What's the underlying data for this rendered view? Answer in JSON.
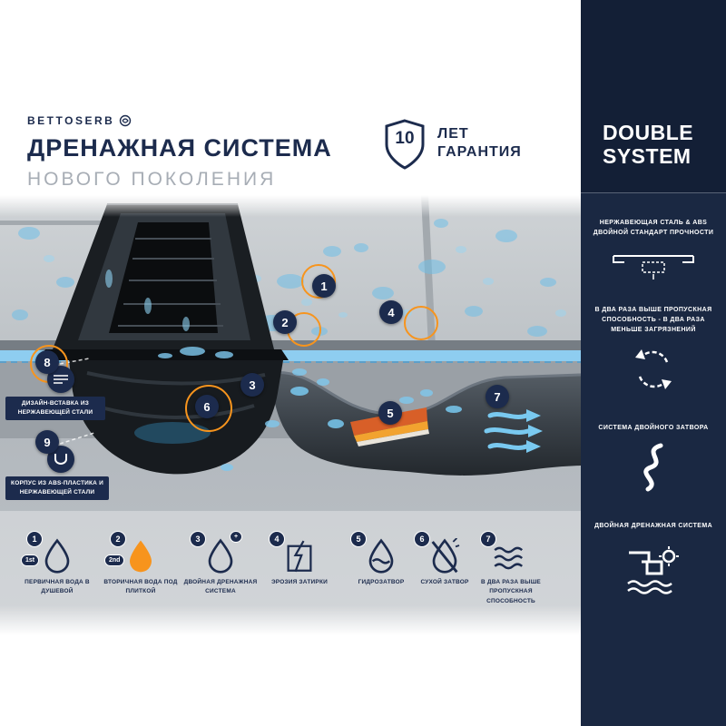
{
  "brand": {
    "name": "BETTOSERB"
  },
  "header": {
    "title": "ДРЕНАЖНАЯ СИСТЕМА",
    "subtitle": "НОВОГО ПОКОЛЕНИЯ",
    "warranty_badge": {
      "number": "10",
      "line1": "ЛЕТ",
      "line2": "ГАРАНТИЯ"
    }
  },
  "sidebar": {
    "title_line1": "DOUBLE",
    "title_line2": "SYSTEM",
    "features": [
      {
        "label": "НЕРЖАВЕЮЩАЯ СТАЛЬ & ABS ДВОЙНОЙ СТАНДАРТ ПРОЧНОСТИ",
        "icon": "channel-profile-icon"
      },
      {
        "label": "В ДВА РАЗА ВЫШЕ ПРОПУСКНАЯ СПОСОБНОСТЬ - В ДВА РАЗА МЕНЬШЕ ЗАГРЯЗНЕНИЙ",
        "icon": "circular-arrows-icon"
      },
      {
        "label": "СИСТЕМА ДВОЙНОГО ЗАТВОРА",
        "icon": "s-trap-icon"
      },
      {
        "label": "ДВОЙНАЯ ДРЕНАЖНАЯ СИСТЕМА",
        "icon": "drain-outlet-icon"
      }
    ]
  },
  "diagram": {
    "markers": [
      {
        "n": "1"
      },
      {
        "n": "2"
      },
      {
        "n": "3"
      },
      {
        "n": "4"
      },
      {
        "n": "5"
      },
      {
        "n": "6"
      },
      {
        "n": "7"
      }
    ],
    "callouts": [
      {
        "n": "8",
        "label": "ДИЗАЙН-ВСТАВКА ИЗ НЕРЖАВЕЮЩЕЙ СТАЛИ",
        "icon": "steel-insert-icon"
      },
      {
        "n": "9",
        "label": "КОРПУС ИЗ ABS-ПЛАСТИКА И НЕРЖАВЕЮЩЕЙ СТАЛИ",
        "icon": "abs-body-icon"
      }
    ]
  },
  "legend": [
    {
      "n": "1",
      "badge": "1st",
      "label": "ПЕРВИЧНАЯ ВОДА В ДУШЕВОЙ",
      "icon": "water-drop-outline-icon"
    },
    {
      "n": "2",
      "badge": "2nd",
      "label": "ВТОРИЧНАЯ ВОДА ПОД ПЛИТКОЙ",
      "icon": "water-drop-filled-icon"
    },
    {
      "n": "3",
      "badge": "+",
      "label": "ДВОЙНАЯ ДРЕНАЖНАЯ СИСТЕМА",
      "icon": "drop-plus-icon"
    },
    {
      "n": "4",
      "label": "ЭРОЗИЯ ЗАТИРКИ",
      "icon": "grout-erosion-icon"
    },
    {
      "n": "5",
      "label": "ГИДРОЗАТВОР",
      "icon": "water-seal-icon"
    },
    {
      "n": "6",
      "label": "СУХОЙ ЗАТВОР",
      "icon": "dry-seal-icon"
    },
    {
      "n": "7",
      "label": "В ДВА РАЗА ВЫШЕ ПРОПУСКНАЯ СПОСОБНОСТЬ",
      "icon": "flow-waves-icon"
    }
  ],
  "colors": {
    "navy": "#1c2b4d",
    "sidebar_navy": "#1a2842",
    "orange": "#f7941d",
    "water_blue": "#6fbfe8",
    "membrane_blue": "#8ecdf0"
  }
}
